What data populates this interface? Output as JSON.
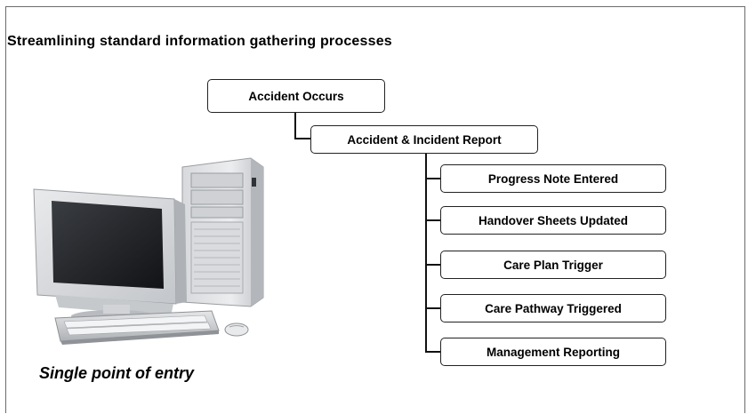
{
  "heading": "Streamlining standard information gathering processes",
  "flow": {
    "root": "Accident Occurs",
    "report": "Accident & Incident Report",
    "outcomes": [
      "Progress Note Entered",
      "Handover Sheets Updated",
      "Care Plan Trigger",
      "Care Pathway Triggered",
      "Management Reporting"
    ]
  },
  "caption": "Single point of entry"
}
